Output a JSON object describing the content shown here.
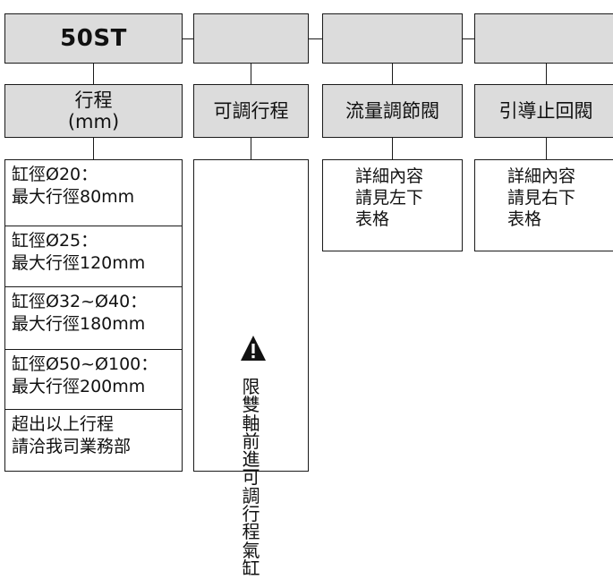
{
  "row1": {
    "model": "50ST"
  },
  "headers": {
    "stroke": [
      "行程",
      "(mm)"
    ],
    "adjustable": "可調行程",
    "flow_valve": "流量調節閥",
    "pilot_valve": "引導止回閥"
  },
  "stroke_rows": [
    {
      "line1": "缸徑Ø20：",
      "line2": "最大行徑80mm"
    },
    {
      "line1": "缸徑Ø25：",
      "line2": "最大行徑120mm"
    },
    {
      "line1": "缸徑Ø32~Ø40：",
      "line2": "最大行徑180mm"
    },
    {
      "line1": "缸徑Ø50~Ø100：",
      "line2": "最大行徑200mm"
    },
    {
      "line1": "超出以上行程",
      "line2": "請洽我司業務部"
    }
  ],
  "adjustable_note": [
    "限",
    "雙",
    "軸",
    "前",
    "進",
    "可",
    "調",
    "行",
    "程",
    "氣",
    "缸"
  ],
  "flow_note": [
    "詳細內容",
    "請見左下",
    "表格"
  ],
  "pilot_note": [
    "詳細內容",
    "請見右下",
    "表格"
  ]
}
